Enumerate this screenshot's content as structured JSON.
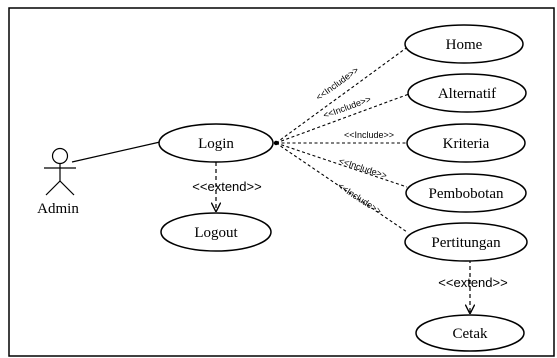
{
  "actor": {
    "name": "Admin"
  },
  "use_cases": {
    "home": "Home",
    "alternatif": "Alternatif",
    "kriteria": "Kriteria",
    "pembobotan": "Pembobotan",
    "pertitungan": "Pertitungan",
    "login": "Login",
    "logout": "Logout",
    "cetak": "Cetak"
  },
  "relations": {
    "include_label": "<<Include>>",
    "extend_label": "<<extend>>"
  },
  "colors": {
    "stroke": "#000000",
    "background": "#ffffff"
  }
}
